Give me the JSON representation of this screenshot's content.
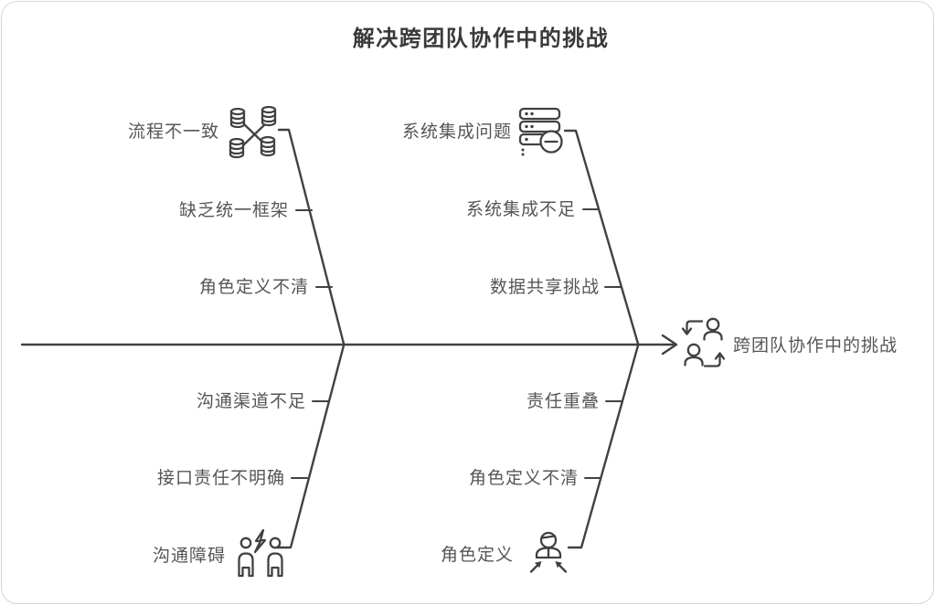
{
  "title": "解决跨团队协作中的挑战",
  "effect": {
    "label": "跨团队协作中的挑战",
    "icon": "team-exchange-icon"
  },
  "branches": [
    {
      "label": "流程不一致",
      "icon": "database-silos-icon",
      "position": "top-left",
      "causes": [
        "缺乏统一框架",
        "角色定义不清"
      ]
    },
    {
      "label": "系统集成问题",
      "icon": "server-error-icon",
      "position": "top-right",
      "causes": [
        "系统集成不足",
        "数据共享挑战"
      ]
    },
    {
      "label": "沟通障碍",
      "icon": "communication-conflict-icon",
      "position": "bottom-left",
      "causes": [
        "沟通渠道不足",
        "接口责任不明确"
      ]
    },
    {
      "label": "角色定义",
      "icon": "role-assignment-icon",
      "position": "bottom-right",
      "causes": [
        "责任重叠",
        "角色定义不清"
      ]
    }
  ],
  "colors": {
    "line": "#414141",
    "text": "#565656",
    "background": "#ffffff",
    "border": "#d6d6d6"
  }
}
